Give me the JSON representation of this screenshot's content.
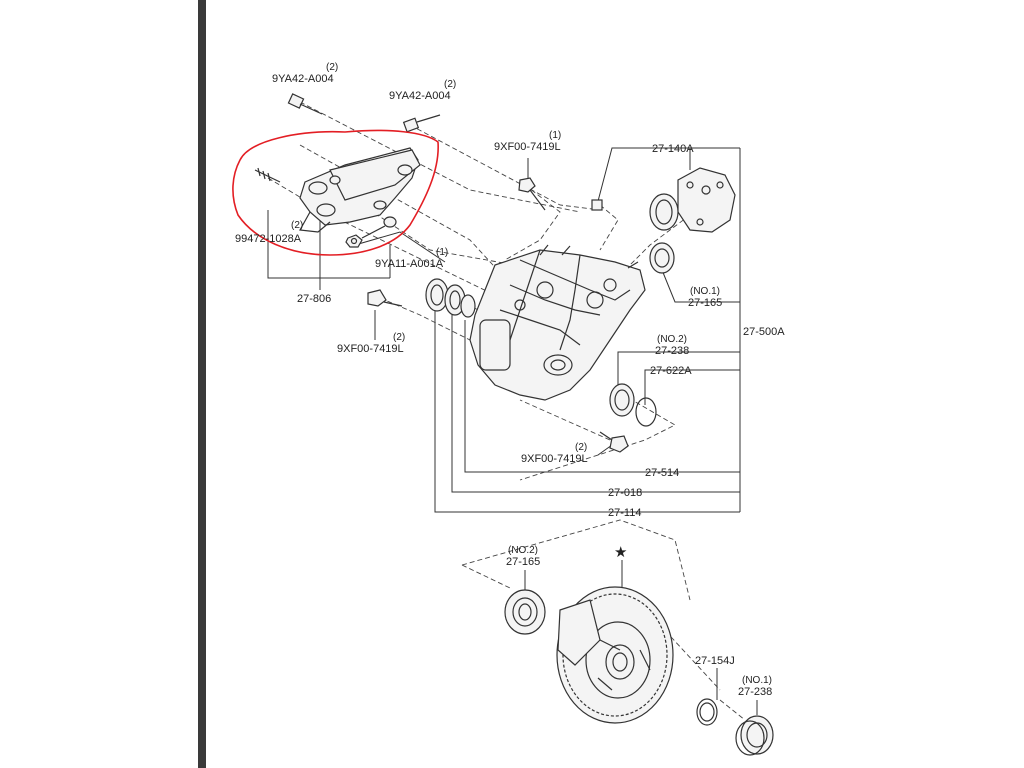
{
  "callouts": {
    "bolt_9ya42_a": {
      "part": "9YA42-A004",
      "qty": "(2)"
    },
    "bolt_9ya42_b": {
      "part": "9YA42-A004",
      "qty": "(2)"
    },
    "bolt_9xf00_top": {
      "part": "9XF00-7419L",
      "qty": "(1)"
    },
    "stud_99472": {
      "part": "99472-1028A",
      "qty": "(2)"
    },
    "nut_9ya11": {
      "part": "9YA11-A001A",
      "qty": "(1)"
    },
    "bracket": {
      "part": "27-806"
    },
    "bolt_9xf00_left": {
      "part": "9XF00-7419L",
      "qty": "(2)"
    },
    "cover_140a": {
      "part": "27-140A"
    },
    "seal_165_no1": {
      "part": "27-165",
      "qty": "(NO.1)"
    },
    "assy_500a": {
      "part": "27-500A"
    },
    "seal_238_no2": {
      "part": "27-238",
      "qty": "(NO.2)"
    },
    "oring_622a": {
      "part": "27-622A"
    },
    "bolt_9xf00_bottom": {
      "part": "9XF00-7419L",
      "qty": "(2)"
    },
    "part_514": {
      "part": "27-514"
    },
    "part_018": {
      "part": "27-018"
    },
    "part_114": {
      "part": "27-114"
    },
    "seal_165_no2": {
      "part": "27-165",
      "qty": "(NO.2)"
    },
    "shim_154j": {
      "part": "27-154J"
    },
    "bearing_238_no1": {
      "part": "27-238",
      "qty": "(NO.1)"
    },
    "differential_star": {
      "mark": "★"
    }
  },
  "colors": {
    "highlight": "#e31e24",
    "sidebar": "#3a3a3a"
  }
}
